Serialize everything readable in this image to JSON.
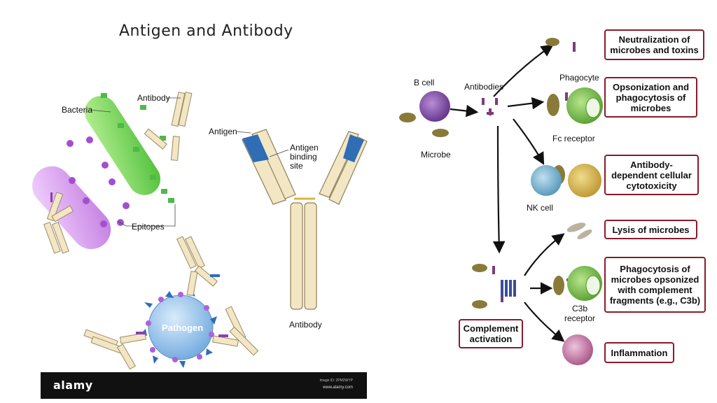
{
  "left_panel": {
    "title": "Antigen and Antibody",
    "labels": {
      "bacteria": "Bacteria",
      "antibody_top": "Antibody",
      "antigen": "Antigen",
      "antigen_binding_site": "Antigen binding site",
      "epitopes": "Epitopes",
      "pathogen": "Pathogen",
      "antibody_bottom": "Antibody"
    },
    "watermark": {
      "logo": "alamy",
      "image_id": "Image ID: 2PM2WYP",
      "url": "www.alamy.com"
    }
  },
  "right_panel": {
    "labels": {
      "b_cell": "B cell",
      "antibodies": "Antibodies",
      "microbe": "Microbe",
      "phagocyte": "Phagocyte",
      "fc_receptor": "Fc receptor",
      "nk_cell": "NK cell",
      "c3b_receptor": "C3b receptor"
    },
    "outcomes": [
      "Neutralization of microbes and toxins",
      "Opsonization and phagocytosis of microbes",
      "Antibody-dependent cellular cytotoxicity",
      "Lysis of microbes",
      "Phagocytosis of microbes opsonized with complement fragments (e.g., C3b)",
      "Inflammation"
    ],
    "complement_activation": "Complement activation"
  },
  "colors": {
    "box_border": "#8b1a2b",
    "antibody_fill": "#f3e6c4",
    "binding_site": "#2f6db5",
    "bacteria_green": "#7fd45a",
    "bacteria_purple": "#d9a3f0",
    "pathogen_blue": "#9cc8ee"
  }
}
